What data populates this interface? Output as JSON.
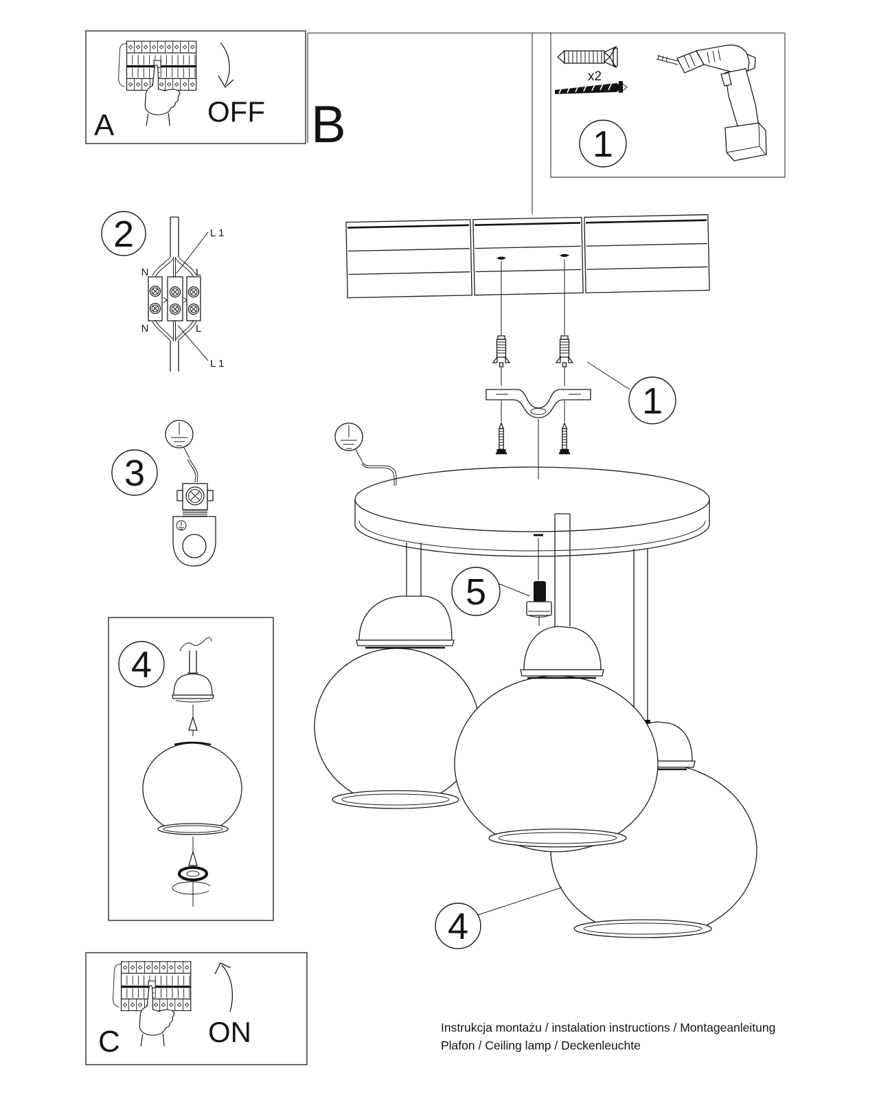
{
  "panels": {
    "power_off": {
      "letter": "A",
      "action": "OFF"
    },
    "section_label": "B",
    "power_on": {
      "letter": "C",
      "action": "ON"
    },
    "tools": {
      "callout": "1",
      "quantity": "x2"
    }
  },
  "steps": {
    "wiring": {
      "callout": "2",
      "labels": {
        "n_top": "N",
        "l_top": "L",
        "l1_top": "L 1",
        "n_bottom": "N",
        "l_bottom": "L",
        "l1_bottom": "L 1"
      }
    },
    "ground": {
      "callout": "3"
    },
    "shade": {
      "callout": "4"
    }
  },
  "assembly": {
    "callout_anchor": "1",
    "callout_grip": "5",
    "callout_shade": "4"
  },
  "footer": {
    "line1": "Instrukcja montażu / instalation instructions / Montageanleitung",
    "line2": "Plafon / Ceiling lamp / Deckenleuchte"
  }
}
